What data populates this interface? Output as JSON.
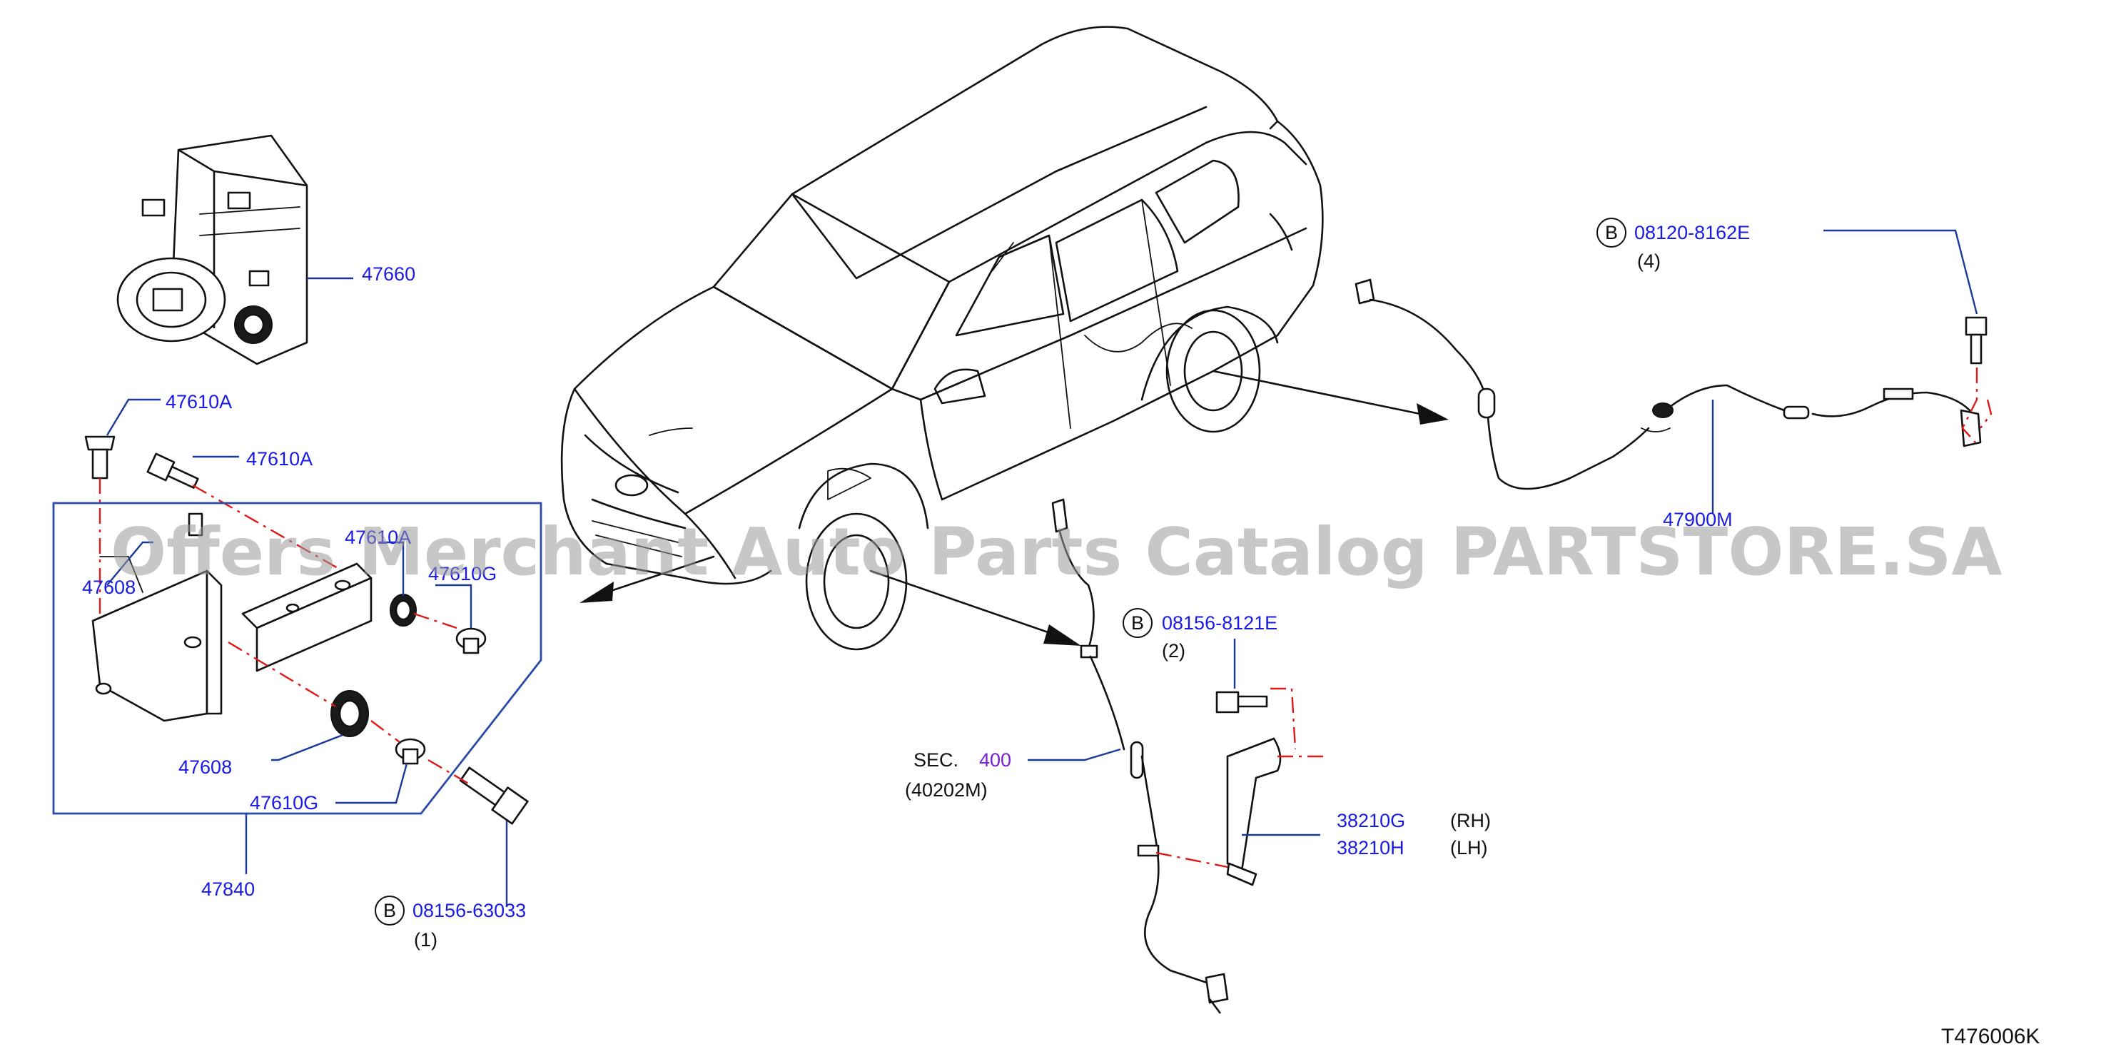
{
  "diagram": {
    "code": "T476006K",
    "watermark": "Offers Merchant Auto Parts Catalog PARTSTORE.SA",
    "badge": "B",
    "colors": {
      "label": "#1a1ae6",
      "dash": "#e01818",
      "text": "#111111",
      "sec": "#7a1fd6"
    },
    "labels": {
      "abs_actuator": "47660",
      "bolt_top": "47610A",
      "bolt_second": "47610A",
      "bolt_third": "47610A",
      "grommet_left": "47608",
      "grommet_right": "47608",
      "collar_upper": "47610G",
      "collar_lower": "47610G",
      "bracket_assy": "47840",
      "bolt_b1": "08156-63033",
      "bolt_b1_qty": "(1)",
      "bolt_b2": "08156-8121E",
      "bolt_b2_qty": "(2)",
      "bolt_b4": "08120-8162E",
      "bolt_b4_qty": "(4)",
      "sec_prefix": "SEC.",
      "sec_number": "400",
      "sec_ref": "(40202M)",
      "bracket_rh": "38210G",
      "bracket_rh_side": "(RH)",
      "bracket_lh": "38210H",
      "bracket_lh_side": "(LH)",
      "rear_sensor": "47900M"
    }
  }
}
